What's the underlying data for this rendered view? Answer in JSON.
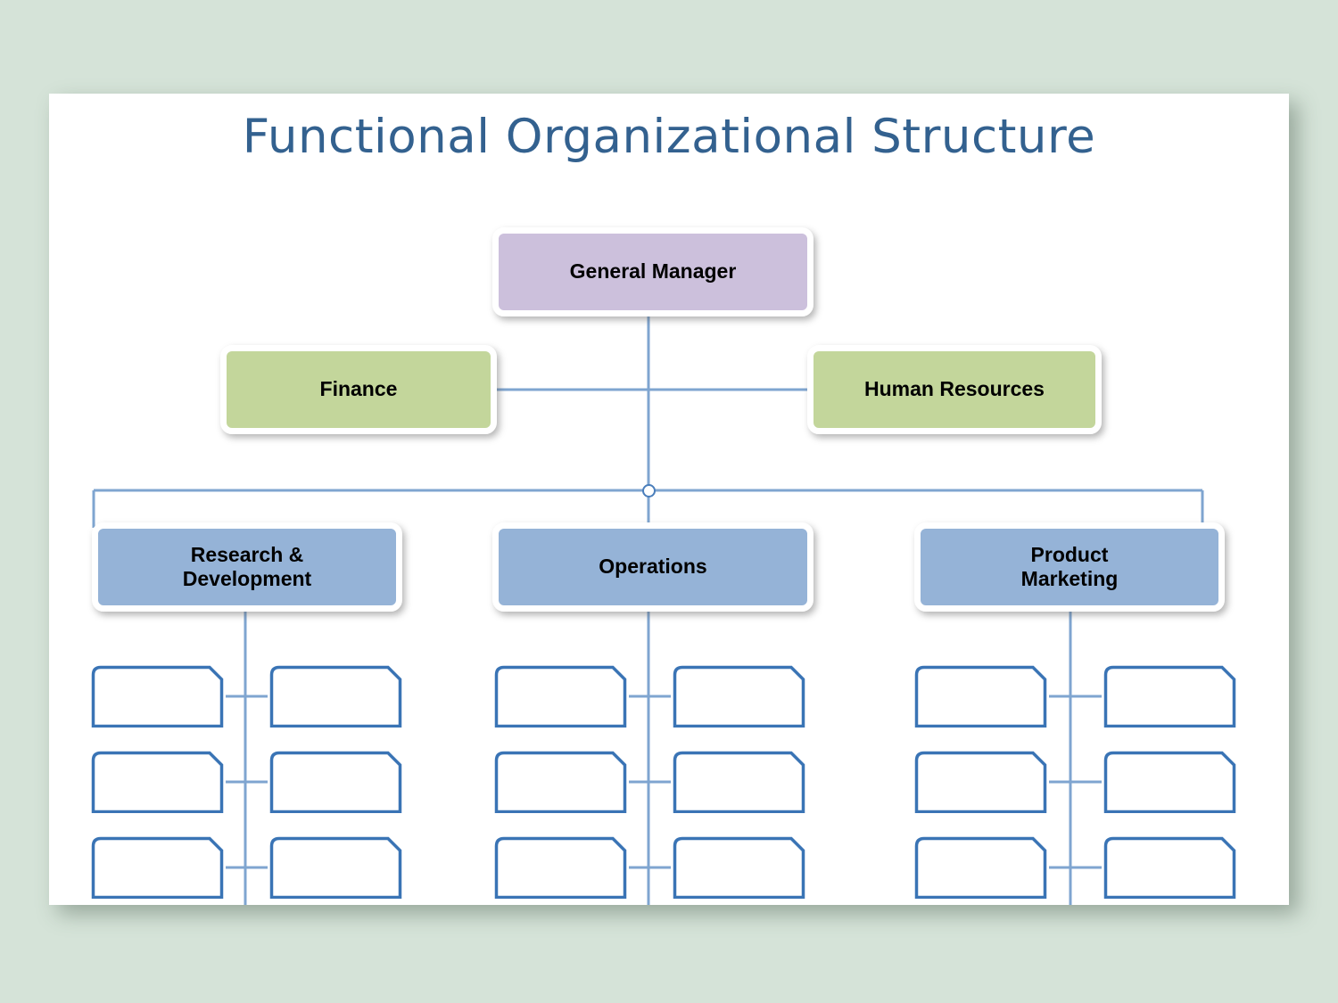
{
  "page": {
    "background_color": "#d5e3d8",
    "card_background": "#ffffff"
  },
  "chart_data": {
    "type": "diagram",
    "diagram_kind": "organizational-chart",
    "title": "Functional Organizational Structure",
    "title_color": "#33618f",
    "nodes": [
      {
        "id": "gm",
        "label": "General Manager",
        "level": 0,
        "fill": "#ccc0dc",
        "shape": "rounded-rect"
      },
      {
        "id": "finance",
        "label": "Finance",
        "level": 1,
        "fill": "#c3d69b",
        "shape": "rounded-rect",
        "position": "left-assistant"
      },
      {
        "id": "hr",
        "label": "Human Resources",
        "level": 1,
        "fill": "#c3d69b",
        "shape": "rounded-rect",
        "position": "right-assistant"
      },
      {
        "id": "rd",
        "label": "Research &\nDevelopment",
        "label_line1": "Research &",
        "label_line2": "Development",
        "level": 2,
        "fill": "#95b3d7",
        "shape": "rounded-rect"
      },
      {
        "id": "ops",
        "label": "Operations",
        "level": 2,
        "fill": "#95b3d7",
        "shape": "rounded-rect"
      },
      {
        "id": "pm",
        "label": "Product\nMarketing",
        "label_line1": "Product",
        "label_line2": "Marketing",
        "level": 2,
        "fill": "#95b3d7",
        "shape": "rounded-rect"
      }
    ],
    "edges": [
      {
        "from": "gm",
        "to": "finance"
      },
      {
        "from": "gm",
        "to": "hr"
      },
      {
        "from": "gm",
        "to": "rd"
      },
      {
        "from": "gm",
        "to": "ops"
      },
      {
        "from": "gm",
        "to": "pm"
      },
      {
        "from": "rd",
        "to": "rd-leaf-1"
      },
      {
        "from": "rd",
        "to": "rd-leaf-2"
      },
      {
        "from": "rd",
        "to": "rd-leaf-3"
      },
      {
        "from": "rd",
        "to": "rd-leaf-4"
      },
      {
        "from": "rd",
        "to": "rd-leaf-5"
      },
      {
        "from": "rd",
        "to": "rd-leaf-6"
      },
      {
        "from": "ops",
        "to": "ops-leaf-1"
      },
      {
        "from": "ops",
        "to": "ops-leaf-2"
      },
      {
        "from": "ops",
        "to": "ops-leaf-3"
      },
      {
        "from": "ops",
        "to": "ops-leaf-4"
      },
      {
        "from": "ops",
        "to": "ops-leaf-5"
      },
      {
        "from": "ops",
        "to": "ops-leaf-6"
      },
      {
        "from": "pm",
        "to": "pm-leaf-1"
      },
      {
        "from": "pm",
        "to": "pm-leaf-2"
      },
      {
        "from": "pm",
        "to": "pm-leaf-3"
      },
      {
        "from": "pm",
        "to": "pm-leaf-4"
      },
      {
        "from": "pm",
        "to": "pm-leaf-5"
      },
      {
        "from": "pm",
        "to": "pm-leaf-6"
      }
    ],
    "leaf_nodes": {
      "label": "",
      "fill": "#ffffff",
      "stroke": "#4a7ebb",
      "shape": "rounded-left-chamfered-right",
      "count_per_department": 6,
      "rows": 3,
      "columns": 2
    },
    "connector_color": "#7fa5d0",
    "legend": null
  },
  "nodes": {
    "gm": {
      "label": "General Manager"
    },
    "finance": {
      "label": "Finance"
    },
    "hr": {
      "label": "Human Resources"
    },
    "rd": {
      "line1": "Research &",
      "line2": "Development"
    },
    "ops": {
      "label": "Operations"
    },
    "pm": {
      "line1": "Product",
      "line2": "Marketing"
    }
  },
  "title": {
    "text": "Functional Organizational Structure"
  }
}
